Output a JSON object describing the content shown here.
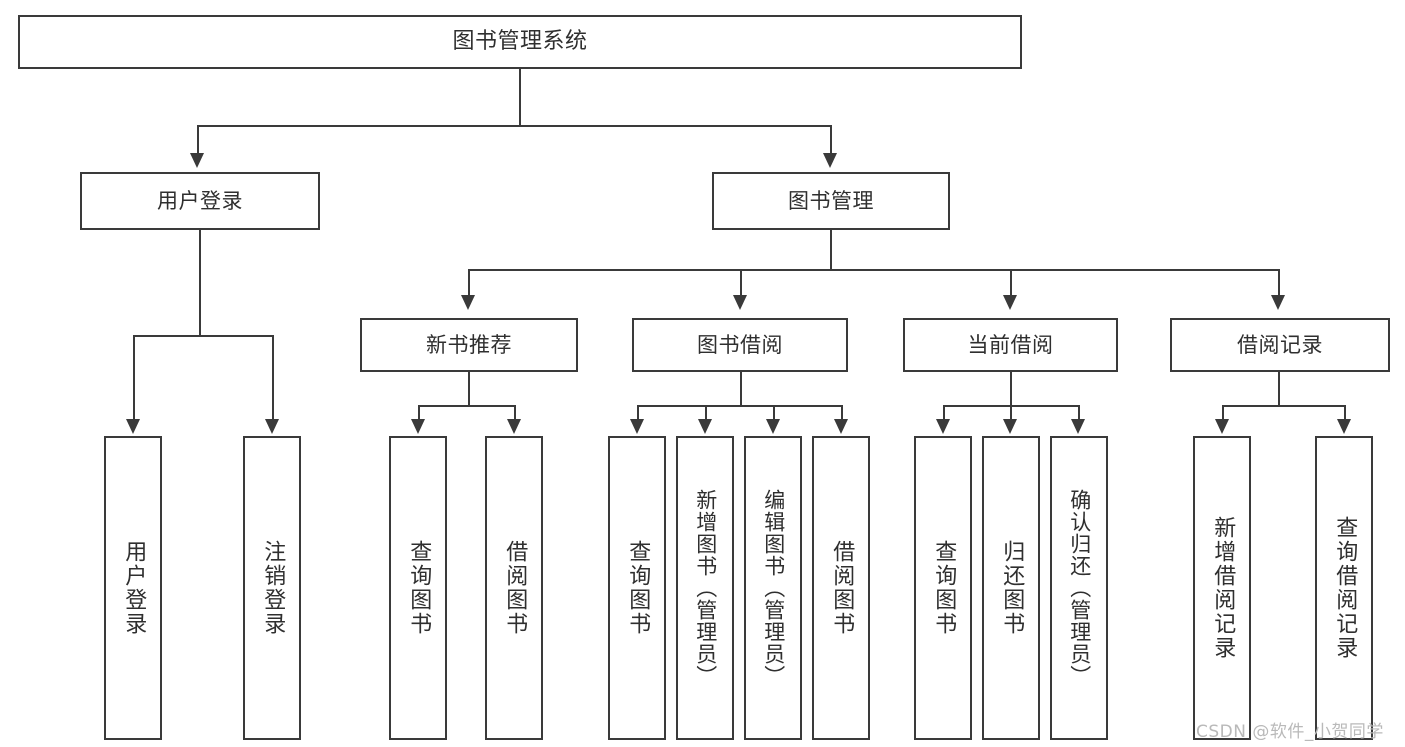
{
  "diagram": {
    "type": "tree-hierarchy",
    "title": "图书管理系统",
    "root": {
      "label": "图书管理系统"
    },
    "level1": [
      {
        "label": "用户登录"
      },
      {
        "label": "图书管理"
      }
    ],
    "level2": [
      {
        "label": "新书推荐"
      },
      {
        "label": "图书借阅"
      },
      {
        "label": "当前借阅"
      },
      {
        "label": "借阅记录"
      }
    ],
    "leaves": {
      "user_login": [
        {
          "label": "用户登录"
        },
        {
          "label": "注销登录"
        }
      ],
      "new_book_recommend": [
        {
          "label": "查询图书"
        },
        {
          "label": "借阅图书"
        }
      ],
      "book_borrow": [
        {
          "label": "查询图书"
        },
        {
          "label": "新增图书（管理员）"
        },
        {
          "label": "编辑图书（管理员）"
        },
        {
          "label": "借阅图书"
        }
      ],
      "current_borrow": [
        {
          "label": "查询图书"
        },
        {
          "label": "归还图书"
        },
        {
          "label": "确认归还（管理员）"
        }
      ],
      "borrow_record": [
        {
          "label": "新增借阅记录"
        },
        {
          "label": "查询借阅记录"
        }
      ]
    }
  },
  "watermark": {
    "text": "CSDN @软件_小贺同学"
  },
  "colors": {
    "stroke": "#3a3a3a",
    "text": "#2f2f2f",
    "background": "#ffffff",
    "watermark": "#b9b9b9"
  }
}
